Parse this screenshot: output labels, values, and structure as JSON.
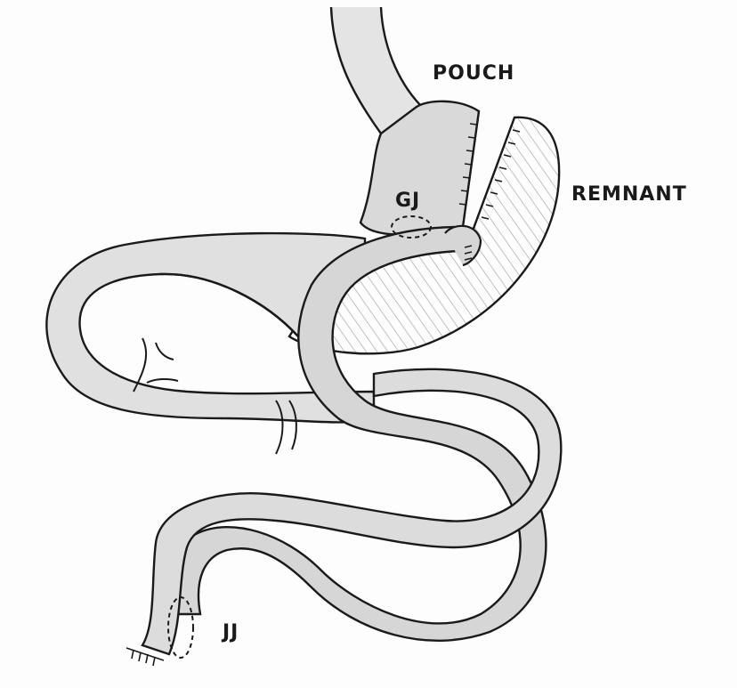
{
  "labels": {
    "pouch": "POUCH",
    "remnant": "REMNANT",
    "gj": "GJ",
    "jj": "JJ"
  },
  "colors": {
    "ink": "#1a1a1a",
    "shade": "#cfcfcf",
    "hatch": "#9a9a9a",
    "background": "#fdfdfd"
  }
}
